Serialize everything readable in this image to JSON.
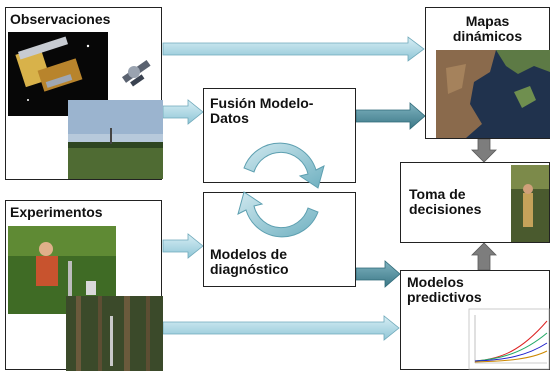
{
  "diagram": {
    "nodes": {
      "observaciones": {
        "label": "Observaciones",
        "images": [
          "satellite-image",
          "landscape-photo"
        ]
      },
      "experimentos": {
        "label": "Experimentos",
        "images": [
          "field-researcher-photo",
          "forest-instruments-photo"
        ]
      },
      "fusion": {
        "label": "Fusión Modelo-\nDatos"
      },
      "diagnostico": {
        "label": "Modelos de\ndiagnóstico"
      },
      "mapas": {
        "label": "Mapas\ndinámicos",
        "images": [
          "satellite-map-mexico"
        ]
      },
      "toma": {
        "label": "Toma de\ndecisiones",
        "images": [
          "forest-worker-photo"
        ]
      },
      "predictivos": {
        "label": "Modelos\npredictivos",
        "images": [
          "line-chart-thumbnail"
        ]
      }
    },
    "edges": [
      {
        "from": "observaciones",
        "to": "mapas",
        "style": "light"
      },
      {
        "from": "observaciones",
        "to": "fusion",
        "style": "light"
      },
      {
        "from": "fusion",
        "to": "mapas",
        "style": "teal"
      },
      {
        "from": "fusion",
        "to": "diagnostico",
        "style": "cycle"
      },
      {
        "from": "experimentos",
        "to": "diagnostico",
        "style": "light"
      },
      {
        "from": "diagnostico",
        "to": "predictivos",
        "style": "teal"
      },
      {
        "from": "experimentos",
        "to": "predictivos",
        "style": "light"
      },
      {
        "from": "mapas",
        "to": "toma",
        "style": "gray"
      },
      {
        "from": "predictivos",
        "to": "toma",
        "style": "gray"
      }
    ],
    "colors": {
      "arrow_light": "#aed9e6",
      "arrow_teal": "#4e8f9e",
      "arrow_gray": "#7d7d7d",
      "cycle": "#8ec3cf",
      "border": "#222222"
    }
  }
}
